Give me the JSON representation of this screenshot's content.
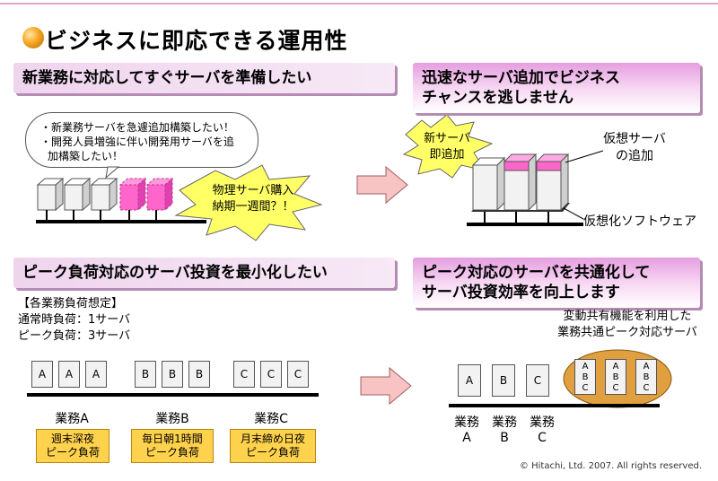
{
  "title": "ビジネスに即応できる運用性",
  "copyright": "© Hitachi, Ltd. 2007. All rights reserved.",
  "top_left": {
    "banner": "新業務に対応してすぐサーバを準備したい",
    "bubble_line1": "・新業務サーバを急遽追加構築したい！",
    "bubble_line2": "・開発人員増強に伴い開発用サーバを追",
    "bubble_line3": "加構築したい！",
    "burst_line1": "物理サーバ購入",
    "burst_line2": "納期一週間？！"
  },
  "top_right": {
    "banner_line1": "迅速なサーバ追加でビジネス",
    "banner_line2": "チャンスを逃しません",
    "burst_line1": "新サーバ",
    "burst_line2": "即追加",
    "label_virtual_line1": "仮想サーバ",
    "label_virtual_line2": "の追加",
    "label_software": "仮想化ソフトウェア"
  },
  "bottom_left": {
    "banner": "ピーク負荷対応のサーバ投資を最小化したい",
    "assump_title": "【各業務負荷想定】",
    "assump_normal": "通常時負荷：1サーバ",
    "assump_peak": "ピーク負荷：3サーバ",
    "groups": [
      {
        "letter": "A",
        "name": "業務A",
        "peak_line1": "週末深夜",
        "peak_line2": "ピーク負荷"
      },
      {
        "letter": "B",
        "name": "業務B",
        "peak_line1": "毎日朝1時間",
        "peak_line2": "ピーク負荷"
      },
      {
        "letter": "C",
        "name": "業務C",
        "peak_line1": "月末締め日夜",
        "peak_line2": "ピーク負荷"
      }
    ]
  },
  "bottom_right": {
    "banner_line1": "ピーク対応のサーバを共通化して",
    "banner_line2": "サーバ投資効率を向上します",
    "shared_line1": "変動共有機能を利用した",
    "shared_line2": "業務共通ピーク対応サーバ",
    "servers": [
      "A",
      "B",
      "C"
    ],
    "shared_server_lines": [
      "A",
      "B",
      "C"
    ],
    "label_gyomu": "業務",
    "labels": [
      "A",
      "B",
      "C"
    ]
  },
  "colors": {
    "server_face": "#f2f2f2",
    "server_pink": "#ff66cc",
    "arrow_fill": "#f7c3c3",
    "burst_fill": "#ffff66",
    "oval": "#e0a040"
  }
}
